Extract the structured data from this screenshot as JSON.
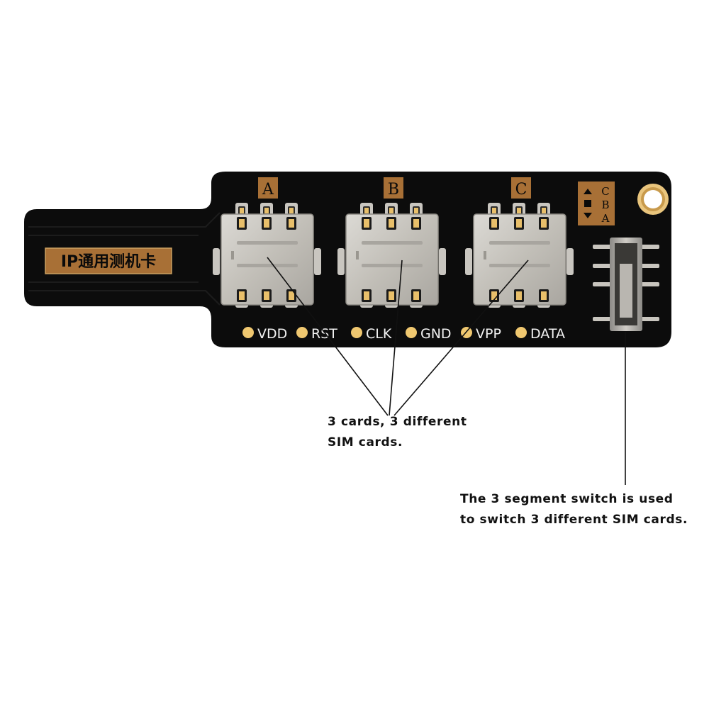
{
  "board": {
    "label": "IP通用测机卡",
    "slots": [
      "A",
      "B",
      "C"
    ],
    "pins": [
      "VDD",
      "RST",
      "CLK",
      "GND",
      "VPP",
      "DATA"
    ],
    "switch_positions": [
      "C",
      "B",
      "A"
    ]
  },
  "callouts": {
    "cards_line1": "3 cards, 3 different",
    "cards_line2": "SIM cards.",
    "switch_line1": "The 3 segment switch is used",
    "switch_line2": "to switch 3 different SIM cards."
  },
  "colors": {
    "pcb": "#0c0c0c",
    "silkscreen": "#f0c870",
    "badge": "#a87036",
    "holder": "#c4c1bb",
    "contact": "#e8bf6a"
  }
}
